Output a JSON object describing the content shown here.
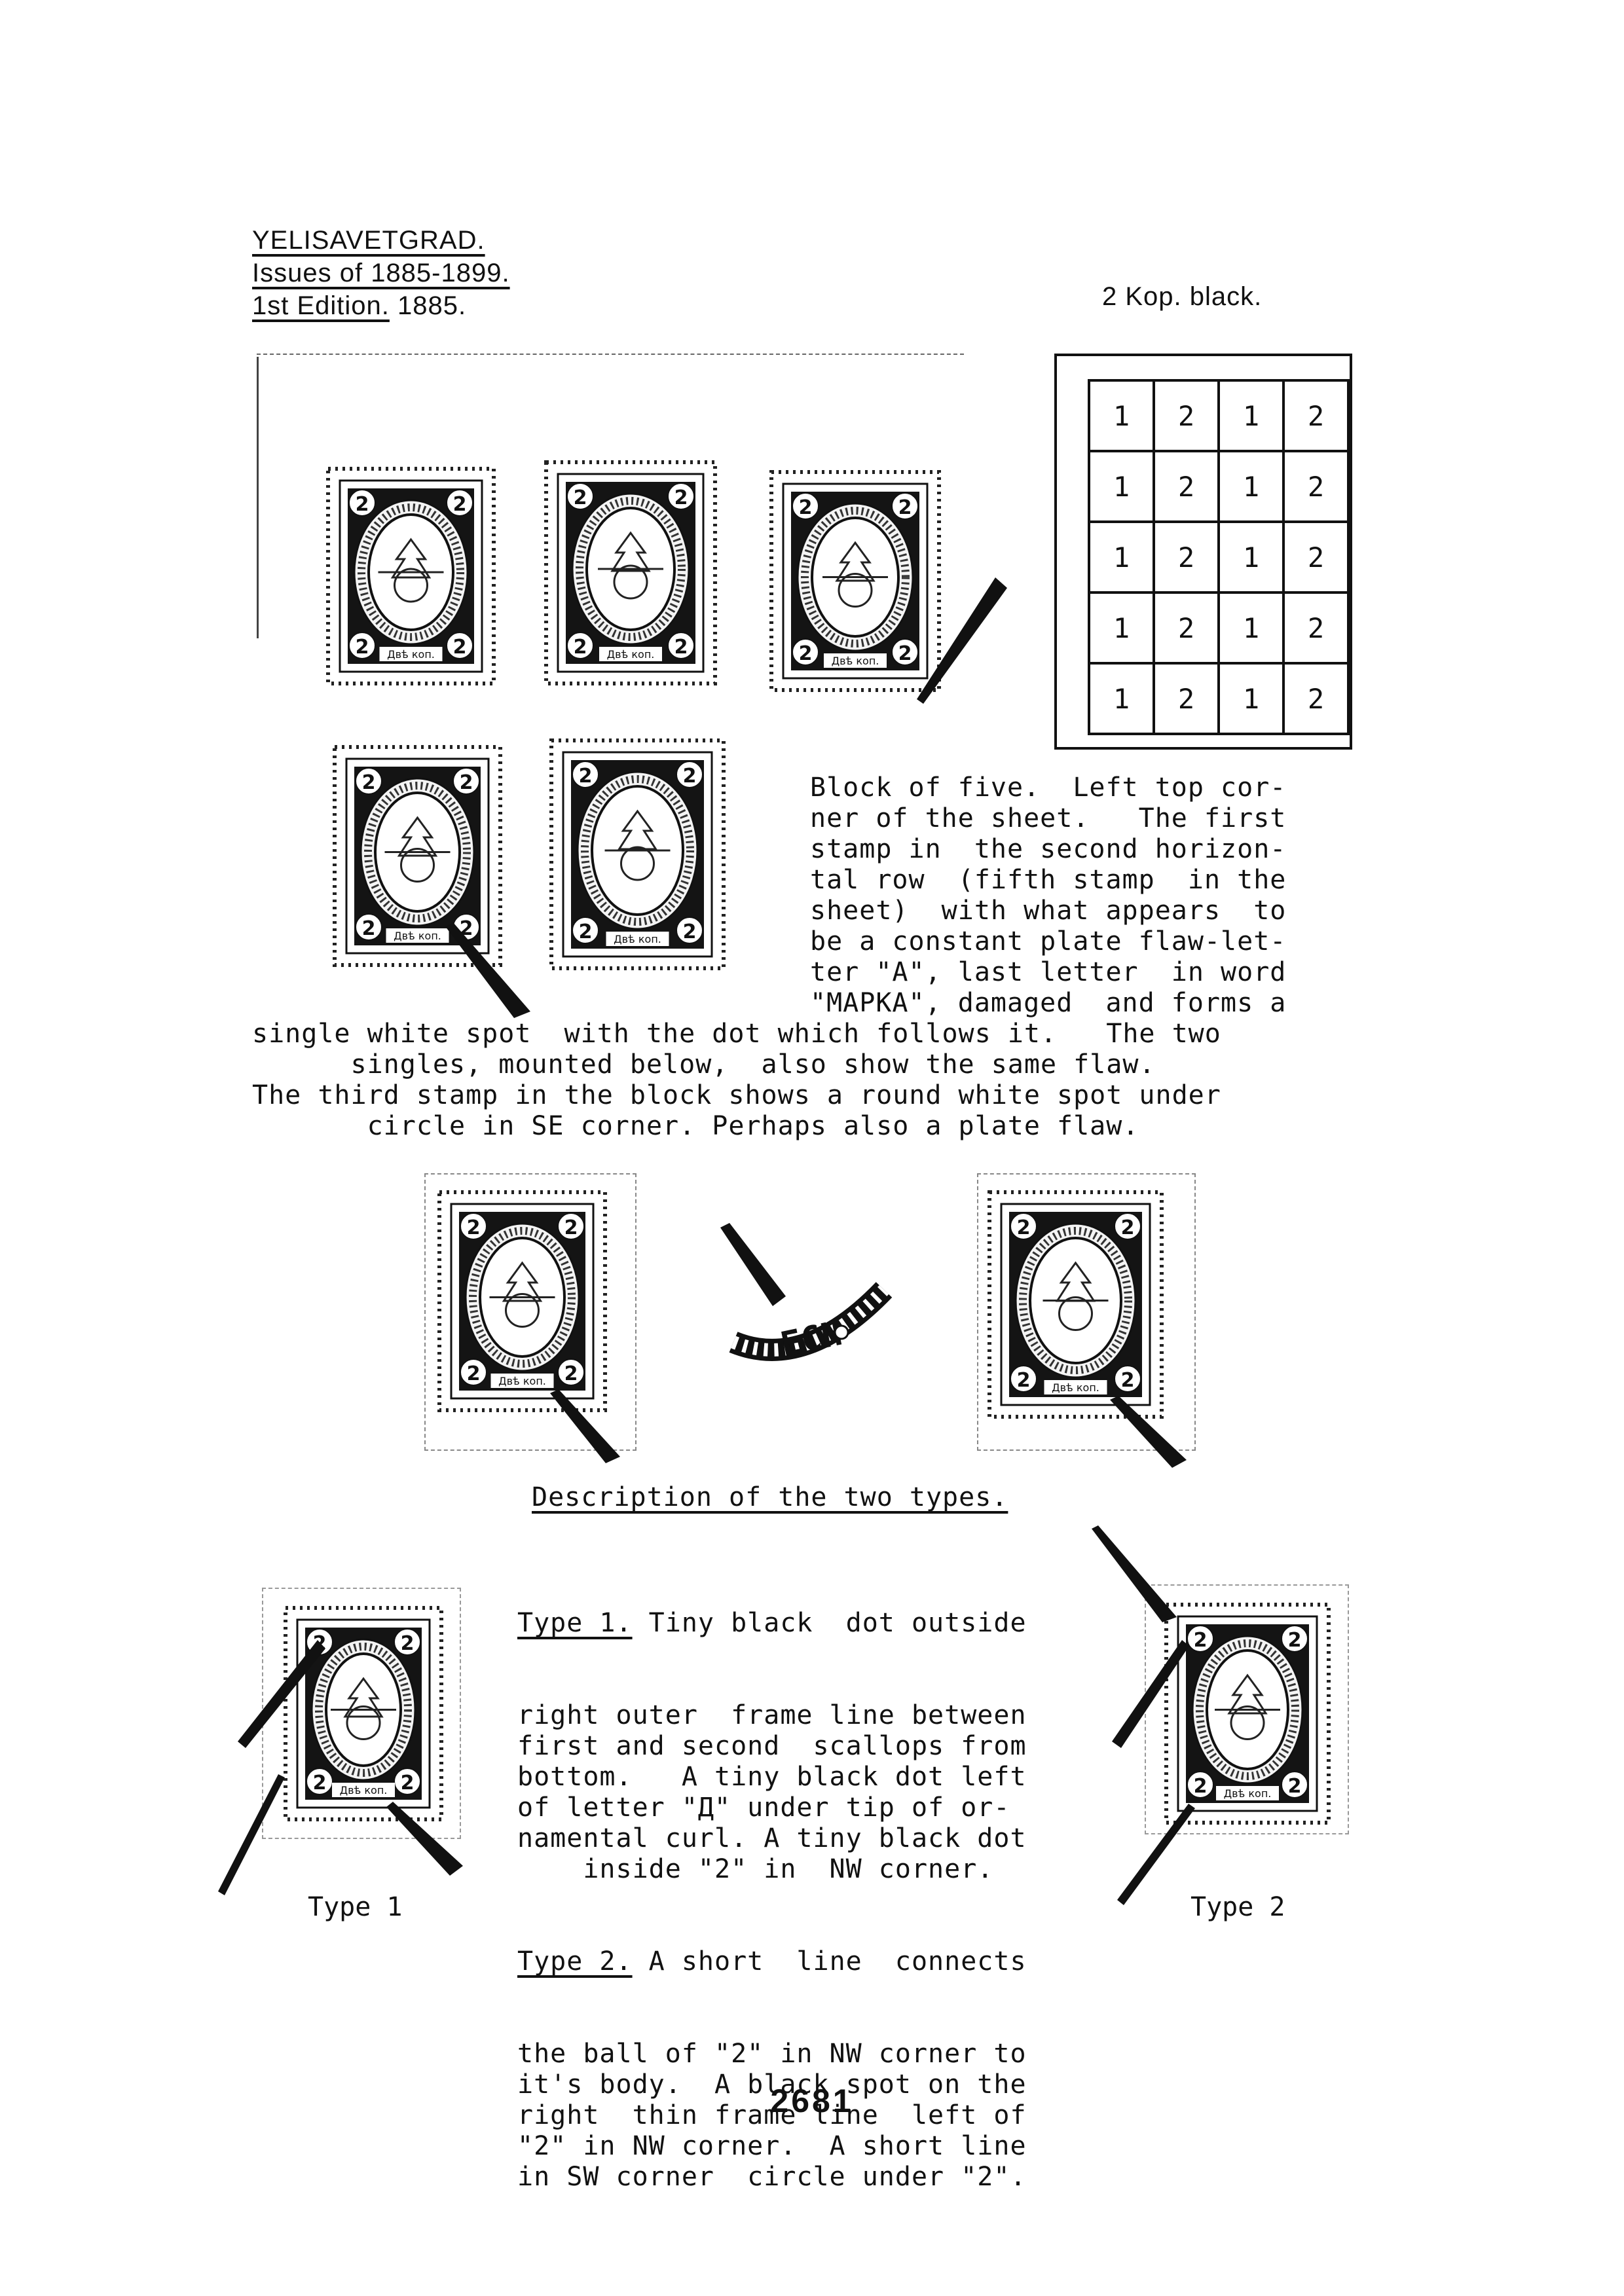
{
  "header": {
    "city": "YELISAVETGRAD.",
    "issues": "Issues of 1885-1899.",
    "edition": "1st Edition.",
    "year": "1885.",
    "value": "2 Kop. black."
  },
  "plate_layout": {
    "rows": [
      [
        "1",
        "2",
        "1",
        "2"
      ],
      [
        "1",
        "2",
        "1",
        "2"
      ],
      [
        "1",
        "2",
        "1",
        "2"
      ],
      [
        "1",
        "2",
        "1",
        "2"
      ],
      [
        "1",
        "2",
        "1",
        "2"
      ]
    ]
  },
  "block_description": {
    "col_lines": [
      "Block of five.  Left top cor-",
      "ner of the sheet.   The first",
      "stamp in  the second horizon-",
      "tal row  (fifth stamp  in the",
      "sheet)  with what appears  to",
      "be a constant plate flaw-let-",
      "ter \"A\", last letter  in word",
      "\"MAPKA\", damaged  and forms a"
    ],
    "full_lines": [
      "single white spot  with the dot which follows it.   The two",
      "      singles, mounted below,  also show the same flaw.",
      "The third stamp in the block shows a round white spot under",
      "       circle in SE corner. Perhaps also a plate flaw."
    ]
  },
  "types_section": {
    "heading": "Description of the two types.",
    "type1_label": "Type 1.",
    "type1_first": " Tiny black  dot outside",
    "type1_lines": [
      "right outer  frame line between",
      "first and second  scallops from",
      "bottom.   A tiny black dot left",
      "of letter \"Д\" under tip of or-",
      "namental curl. A tiny black dot",
      "    inside \"2\" in  NW corner."
    ],
    "type2_label": "Type 2.",
    "type2_first": " A short  line  connects",
    "type2_lines": [
      "the ball of \"2\" in NW corner to",
      "it's body.  A black spot on the",
      "right  thin frame line  left of",
      "\"2\" in NW corner.  A short line",
      "in SW corner  circle under \"2\"."
    ],
    "caption_type1": "Type 1",
    "caption_type2": "Type 2"
  },
  "stamp_denomination": "2",
  "stamp_value_text": "Двѣ коп.",
  "page_number": "2681"
}
